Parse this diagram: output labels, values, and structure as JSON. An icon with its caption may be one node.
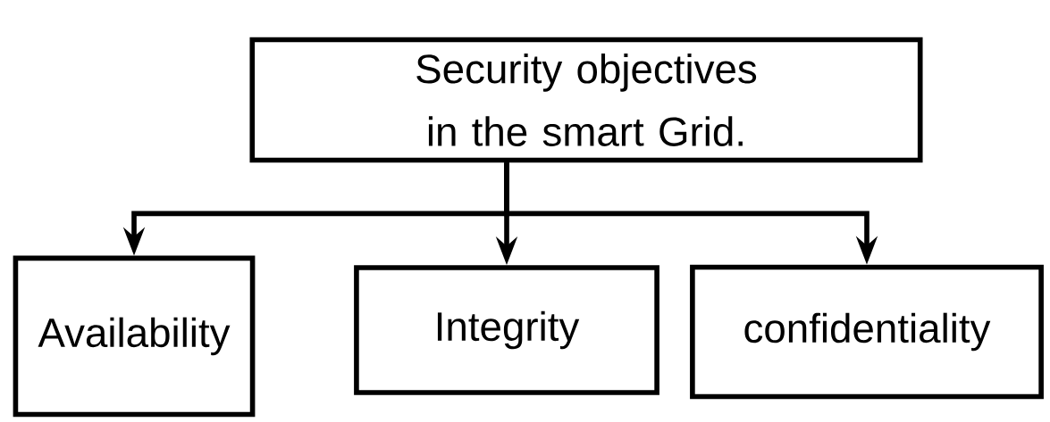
{
  "diagram": {
    "nodes": [
      {
        "text": [
          "Security objectives in the smart Grid."
        ]
      },
      {
        "text": [
          "Availability"
        ]
      },
      {
        "text": [
          "Integrity"
        ]
      },
      {
        "text": [
          "confidentiality"
        ]
      }
    ],
    "edges": [
      {
        "from": 0,
        "to": 1,
        "arrow": "to"
      },
      {
        "from": 0,
        "to": 2,
        "arrow": "to"
      },
      {
        "from": 0,
        "to": 3,
        "arrow": "to"
      }
    ]
  }
}
